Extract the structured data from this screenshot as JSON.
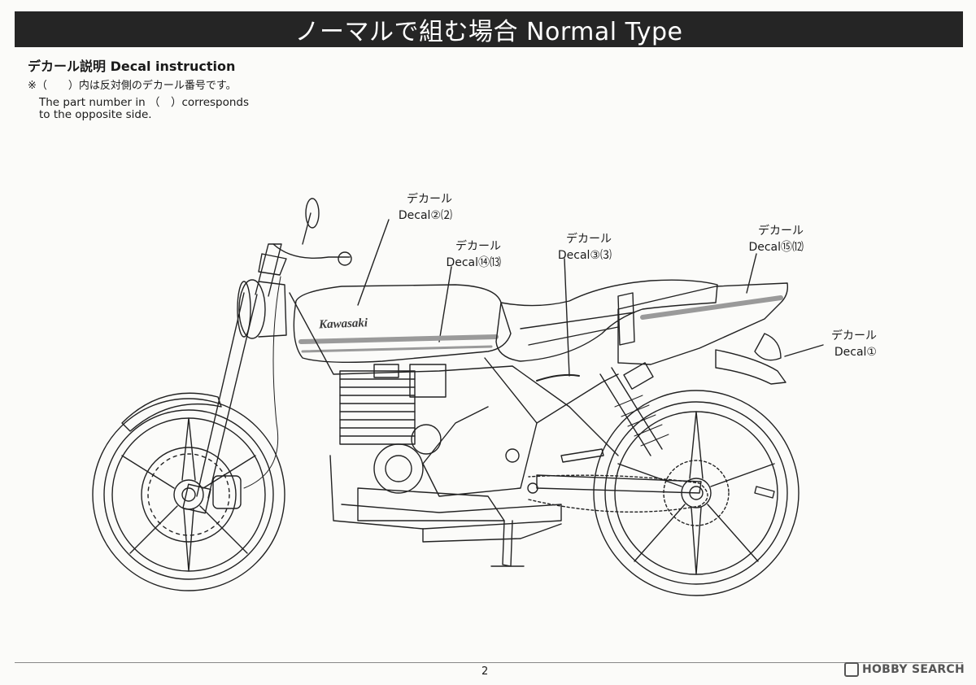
{
  "header": {
    "title": "ノーマルで組む場合  Normal Type"
  },
  "section": {
    "title": "デカール説明 Decal instruction",
    "note_jp": "※（　　）内は反対側のデカール番号です。",
    "note_en_line1": "The part number in （　）corresponds",
    "note_en_line2": "to the opposite side."
  },
  "bike": {
    "tank_logo": "Kawasaki"
  },
  "callouts": [
    {
      "jp": "デカール",
      "en": "Decal②⑵"
    },
    {
      "jp": "デカール",
      "en": "Decal⑭⒀"
    },
    {
      "jp": "デカール",
      "en": "Decal③⑶"
    },
    {
      "jp": "デカール",
      "en": "Decal⑮⑿"
    },
    {
      "jp": "デカール",
      "en": "Decal①"
    }
  ],
  "page_number": "2",
  "watermark": "HOBBY SEARCH",
  "colors": {
    "header_bg": "#252525",
    "header_text": "#ffffff",
    "line": "#222222",
    "decal_gray": "#9a9a9a"
  }
}
